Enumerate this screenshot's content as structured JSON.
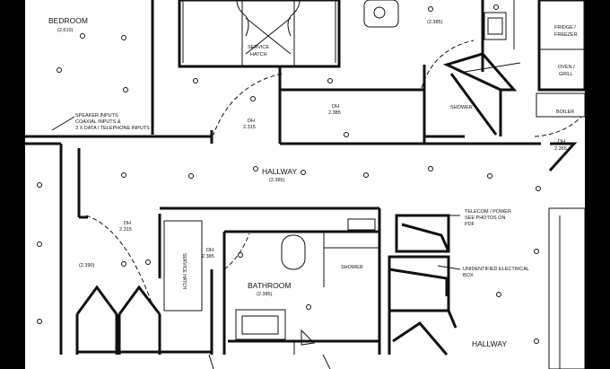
{
  "rooms": {
    "bedroom": {
      "name": "BEDROOM",
      "code": "(2.610)"
    },
    "hallway_main": {
      "name": "HALLWAY",
      "code": "(2.385)"
    },
    "bathroom": {
      "name": "BATHROOM",
      "code": "(2.385)"
    },
    "hallway_lower": {
      "name": "HALLWAY"
    }
  },
  "labels": {
    "service_hatch_top_1": "SERVICE",
    "service_hatch_top_2": "HATCH",
    "service_hatch_side": "SERVICE HATCH",
    "shower_top": "SHOWER",
    "shower_bath": "SHOWER",
    "fridge_1": "FRIDGE /",
    "fridge_2": "FREEZER",
    "oven_1": "OVEN /",
    "oven_2": "GRILL",
    "boiler": "BOILER",
    "speaker_1": "SPEAKER INPUTS",
    "speaker_2": "COAXIAL INPUTS &",
    "speaker_3": "3 X DATA / TELEPHONE INPUTS",
    "telecom_1": "TELECOM / POWER",
    "telecom_2": "SEE PHOTOS ON",
    "telecom_3": "PDF",
    "electrical_1": "UNIDENTIFIED ELECTRICAL",
    "electrical_2": "BOX",
    "top_right_code": "(2.385)",
    "left_code": "(2.390)"
  },
  "door_heights": {
    "dh_label": "DH",
    "dh_hall_left": "2.315",
    "dh_center": "2.385",
    "dh_right": "2.355",
    "dh_lower_left": "2.315",
    "dh_bath": "2.385"
  }
}
